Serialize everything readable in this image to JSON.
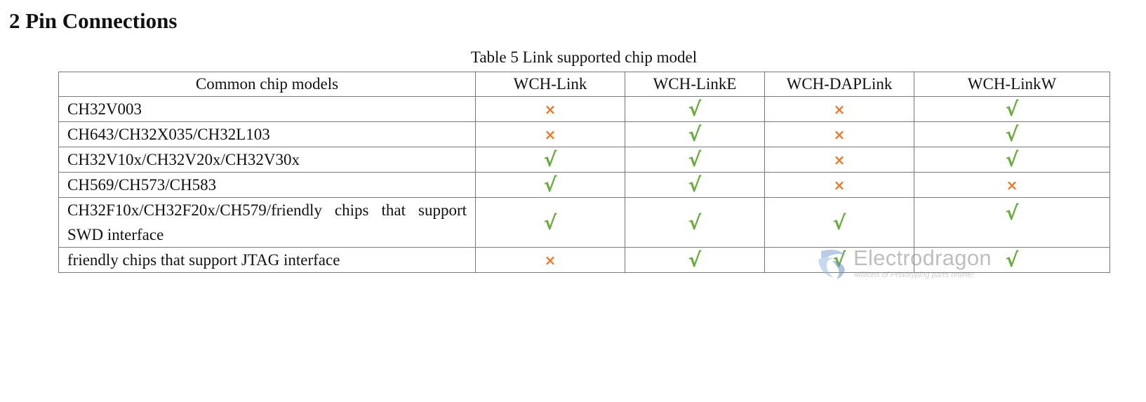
{
  "heading": "2 Pin Connections",
  "table": {
    "caption": "Table 5 Link supported chip model",
    "columns": [
      "Common chip models",
      "WCH-Link",
      "WCH-LinkE",
      "WCH-DAPLink",
      "WCH-LinkW"
    ],
    "rows": [
      {
        "model": "CH32V003",
        "marks": [
          "×",
          "√",
          "×",
          "√"
        ]
      },
      {
        "model": "CH643/CH32X035/CH32L103",
        "marks": [
          "×",
          "√",
          "×",
          "√"
        ]
      },
      {
        "model": "CH32V10x/CH32V20x/CH32V30x",
        "marks": [
          "√",
          "√",
          "×",
          "√"
        ]
      },
      {
        "model": "CH569/CH573/CH583",
        "marks": [
          "√",
          "√",
          "×",
          "×"
        ]
      },
      {
        "model": "CH32F10x/CH32F20x/CH579/friendly chips that support SWD interface",
        "marks": [
          "√",
          "√",
          "√",
          "√"
        ]
      },
      {
        "model": "friendly chips that support JTAG interface",
        "marks": [
          "×",
          "√",
          "√",
          "√"
        ]
      }
    ]
  },
  "watermark": {
    "name": "Electrodragon",
    "tagline": "Millions of Prototyping parts online!",
    "icon": "electrodragon-logo-icon"
  },
  "colors": {
    "supported": "#6aaa3e",
    "unsupported": "#ec7a2c"
  }
}
